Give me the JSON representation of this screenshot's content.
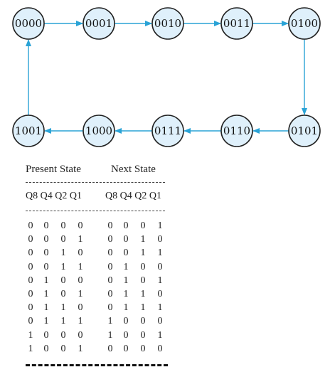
{
  "states": [
    "0000",
    "0001",
    "0010",
    "0011",
    "0100",
    "0101",
    "0110",
    "0111",
    "1000",
    "1001"
  ],
  "colors": {
    "node_fill": "#dff0fb",
    "node_stroke": "#222222",
    "arrow": "#2aa3d6"
  },
  "table": {
    "present_header": "Present State",
    "next_header": "Next State",
    "present_bits_header": "Q8 Q4 Q2 Q1",
    "next_bits_header": "Q8 Q4 Q2 Q1",
    "rows": [
      {
        "present": [
          "0",
          "0",
          "0",
          "0"
        ],
        "next": [
          "0",
          "0",
          "0",
          "1"
        ]
      },
      {
        "present": [
          "0",
          "0",
          "0",
          "1"
        ],
        "next": [
          "0",
          "0",
          "1",
          "0"
        ]
      },
      {
        "present": [
          "0",
          "0",
          "1",
          "0"
        ],
        "next": [
          "0",
          "0",
          "1",
          "1"
        ]
      },
      {
        "present": [
          "0",
          "0",
          "1",
          "1"
        ],
        "next": [
          "0",
          "1",
          "0",
          "0"
        ]
      },
      {
        "present": [
          "0",
          "1",
          "0",
          "0"
        ],
        "next": [
          "0",
          "1",
          "0",
          "1"
        ]
      },
      {
        "present": [
          "0",
          "1",
          "0",
          "1"
        ],
        "next": [
          "0",
          "1",
          "1",
          "0"
        ]
      },
      {
        "present": [
          "0",
          "1",
          "1",
          "0"
        ],
        "next": [
          "0",
          "1",
          "1",
          "1"
        ]
      },
      {
        "present": [
          "0",
          "1",
          "1",
          "1"
        ],
        "next": [
          "1",
          "0",
          "0",
          "0"
        ]
      },
      {
        "present": [
          "1",
          "0",
          "0",
          "0"
        ],
        "next": [
          "1",
          "0",
          "0",
          "1"
        ]
      },
      {
        "present": [
          "1",
          "0",
          "0",
          "1"
        ],
        "next": [
          "0",
          "0",
          "0",
          "0"
        ]
      }
    ]
  }
}
